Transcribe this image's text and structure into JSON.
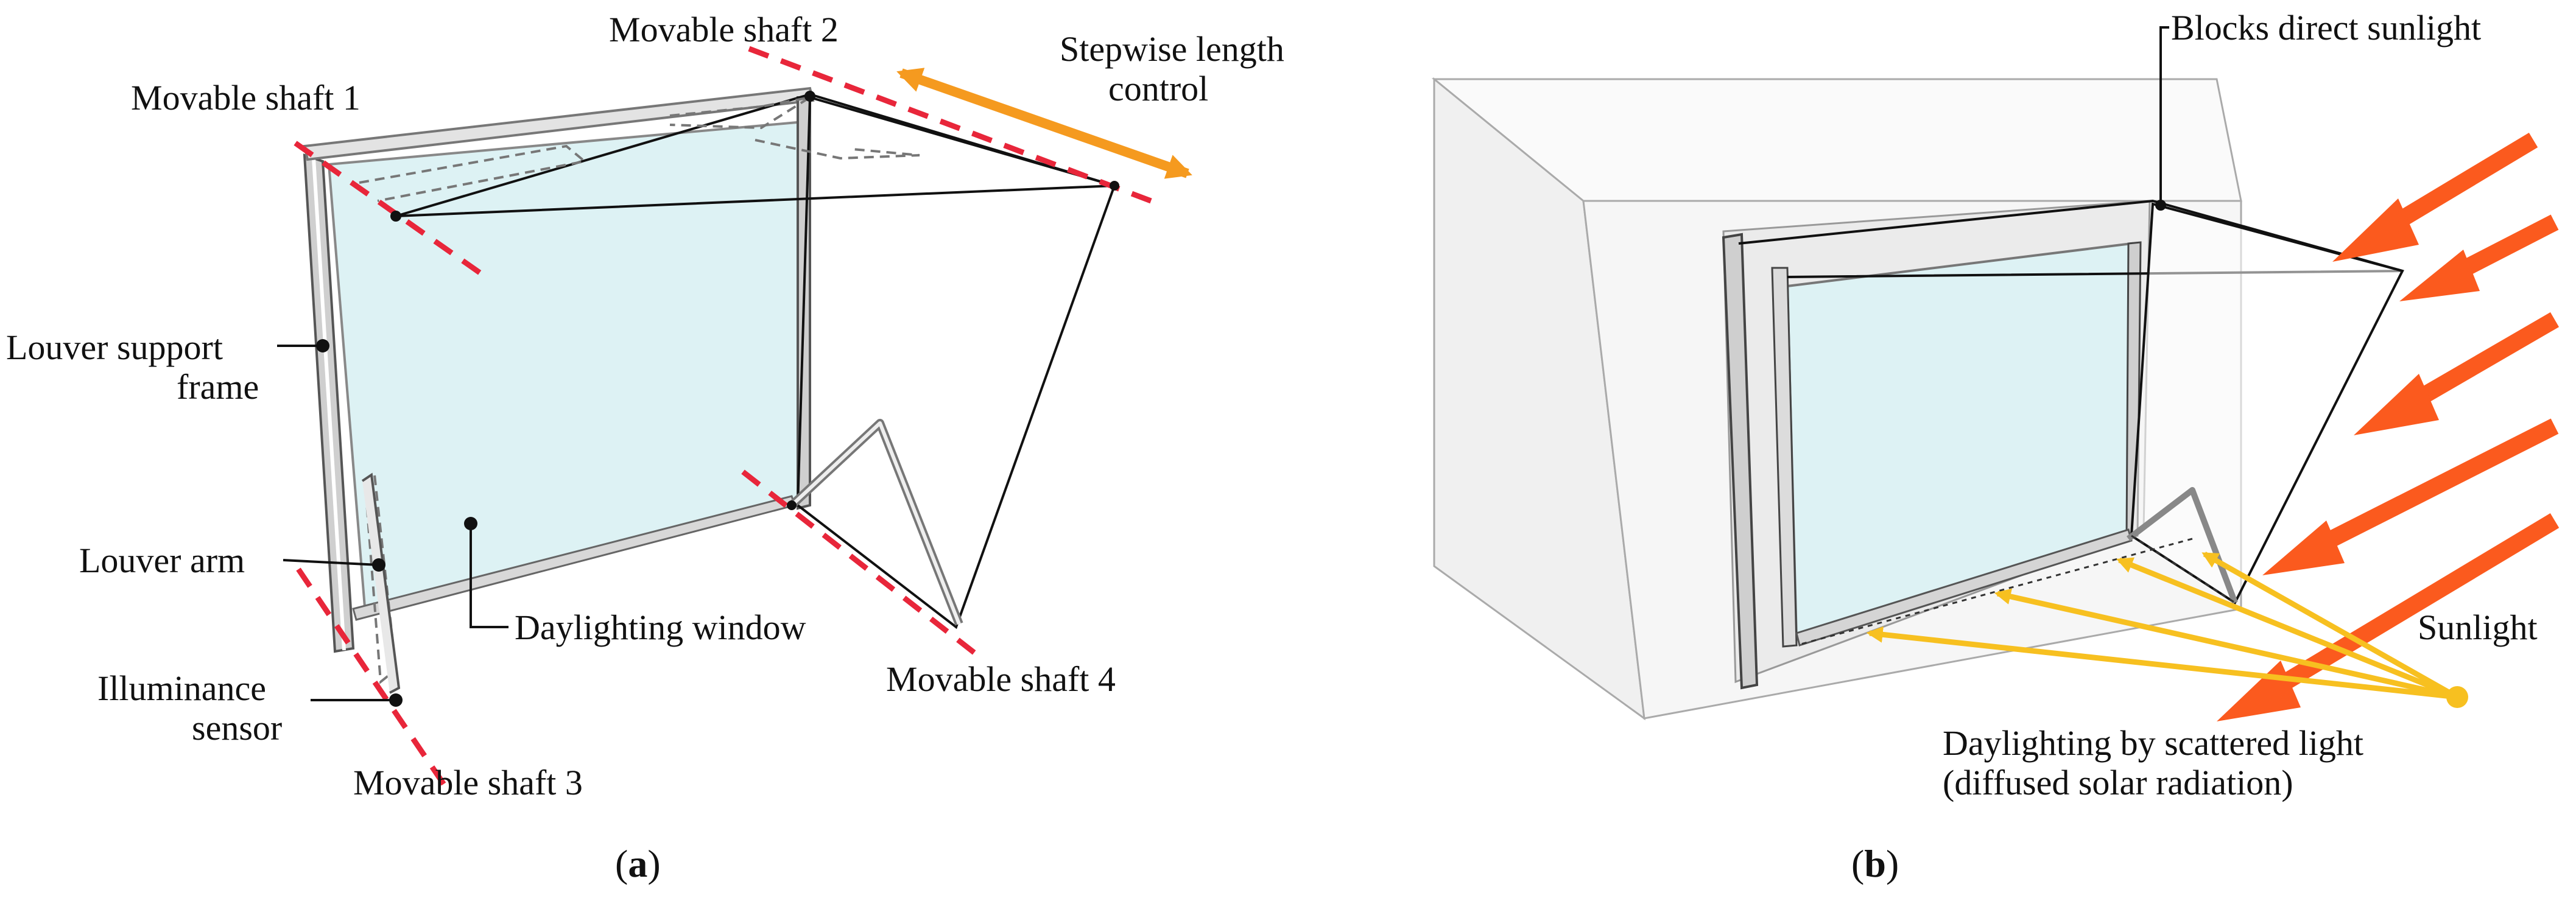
{
  "panel_a": {
    "labels": {
      "movable_shaft_1": "Movable shaft 1",
      "movable_shaft_2": "Movable shaft 2",
      "stepwise_line1": "Stepwise length",
      "stepwise_line2": "control",
      "louver_support_line1": "Louver support",
      "louver_support_line2": "frame",
      "louver_arm": "Louver arm",
      "illuminance_line1": "Illuminance",
      "illuminance_line2": "sensor",
      "movable_shaft_3": "Movable shaft 3",
      "daylighting_window": "Daylighting window",
      "movable_shaft_4": "Movable shaft 4"
    },
    "caption": {
      "open": "(",
      "letter": "a",
      "close": ")"
    }
  },
  "panel_b": {
    "labels": {
      "blocks_direct_sunlight": "Blocks direct sunlight",
      "sunlight": "Sunlight",
      "scattered_line1": "Daylighting by scattered light",
      "scattered_line2": "(diffused solar radiation)"
    },
    "caption": {
      "open": "(",
      "letter": "b",
      "close": ")"
    }
  },
  "colors": {
    "shaft_dash": "#e8263a",
    "stepwise_arrow": "#f59a1f",
    "sun_arrow": "#fb5a1e",
    "scatter_arrow": "#f7c020",
    "glass": "#ddf2f4",
    "frame": "#c9c9c9"
  }
}
